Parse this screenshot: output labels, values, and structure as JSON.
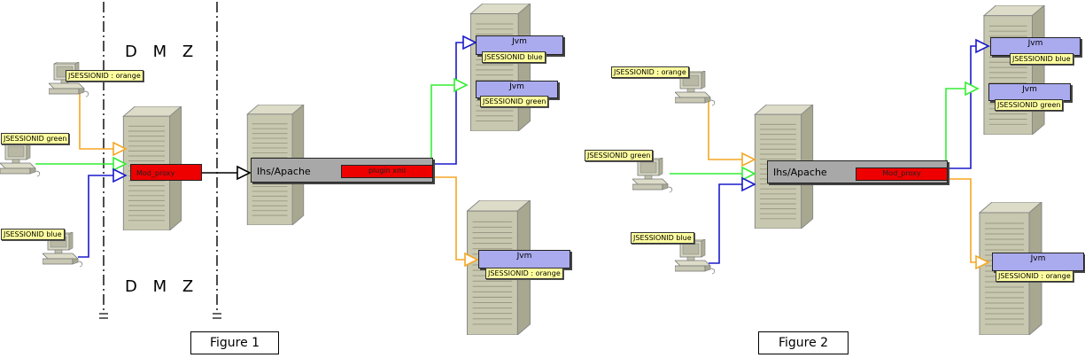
{
  "figure1": {
    "dmz_top": "D M Z",
    "dmz_bottom": "D M Z",
    "clients": [
      {
        "tag": "JSESSIONID : orange",
        "color": "orange"
      },
      {
        "tag": "JSESSIONID green",
        "color": "green"
      },
      {
        "tag": "JSESSIONID blue",
        "color": "blue"
      }
    ],
    "proxy_label": "Mod_proxy",
    "web_server_label": "Ihs/Apache",
    "plugin_label": "plugin xml",
    "jvms": [
      {
        "label": "Jvm",
        "tag": "JSESSIONID blue"
      },
      {
        "label": "Jvm",
        "tag": "JSESSIONID green"
      },
      {
        "label": "Jvm",
        "tag": "JSESSIONID : orange"
      }
    ],
    "caption": "Figure 1"
  },
  "figure2": {
    "clients": [
      {
        "tag": "JSESSIONID : orange",
        "color": "orange"
      },
      {
        "tag": "JSESSIONID green",
        "color": "green"
      },
      {
        "tag": "JSESSIONID blue",
        "color": "blue"
      }
    ],
    "web_server_label": "Ihs/Apache",
    "proxy_label": "Mod_proxy",
    "jvms": [
      {
        "label": "Jvm",
        "tag": "JSESSIONID blue"
      },
      {
        "label": "Jvm",
        "tag": "JSESSIONID green"
      },
      {
        "label": "Jvm",
        "tag": "JSESSIONID : orange"
      }
    ],
    "caption": "Figure 2"
  },
  "colors": {
    "orange": "#f5a623",
    "green": "#33ee33",
    "blue": "#1a1acc",
    "server": "#c8c8b0",
    "jvm": "#aaaaee",
    "proxy": "#ee0000",
    "tag": "#ffffa0"
  },
  "icons": [
    "desktop-computer-icon",
    "tower-server-icon",
    "firewall-line-icon"
  ]
}
